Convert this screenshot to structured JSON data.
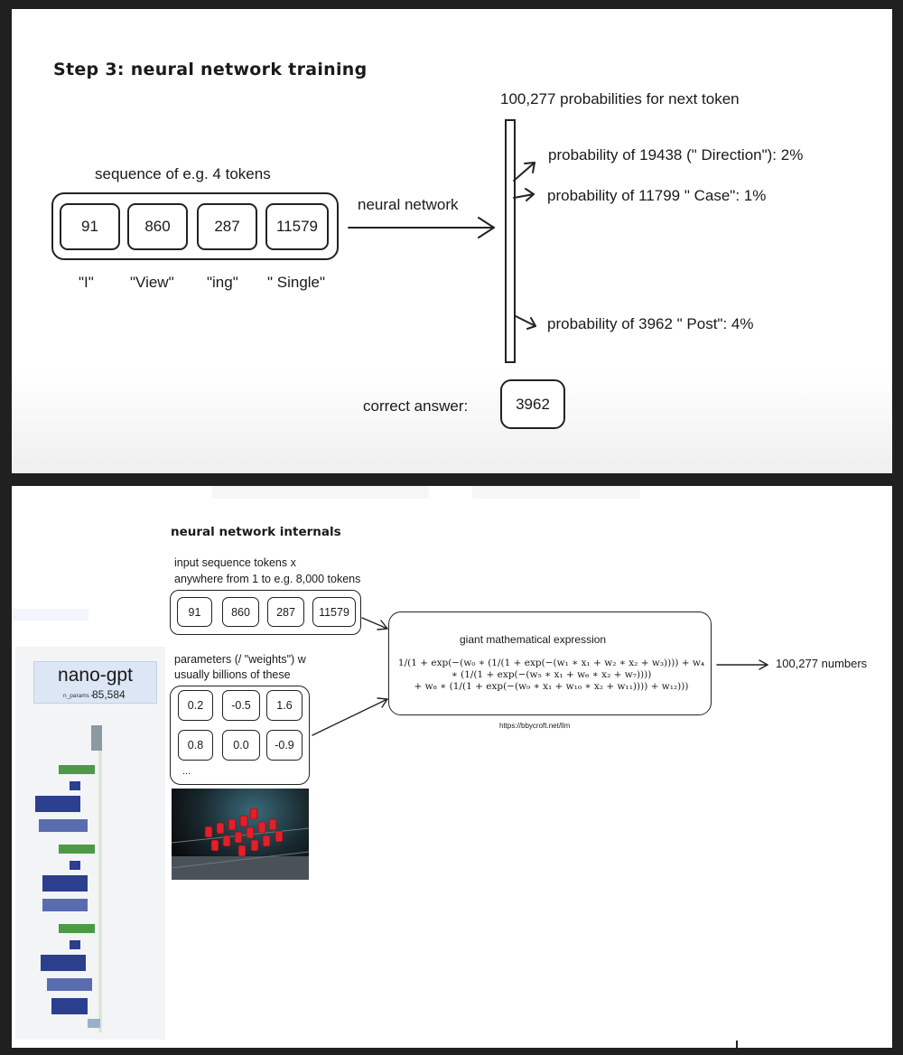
{
  "top": {
    "title": "Step 3: neural network training",
    "tokens_caption": "sequence of e.g. 4 tokens",
    "tokens": [
      "91",
      "860",
      "287",
      "11579"
    ],
    "token_texts": [
      "\"I\"",
      "\"View\"",
      "\"ing\"",
      "\" Single\""
    ],
    "arrow_label": "neural network",
    "output_caption": "100,277 probabilities for next token",
    "probabilities": [
      "probability of 19438 (\" Direction\"): 2%",
      "probability of 11799 \" Case\": 1%",
      "probability of 3962 \" Post\": 4%"
    ],
    "correct_label": "correct answer:",
    "correct_value": "3962"
  },
  "bottom": {
    "title": "neural network internals",
    "input_caption_1": "input sequence tokens x",
    "input_caption_2": "anywhere from 1 to e.g. 8,000 tokens",
    "tokens": [
      "91",
      "860",
      "287",
      "11579"
    ],
    "params_caption_1": "parameters (/ \"weights\") w",
    "params_caption_2": "usually billions of these",
    "params": [
      "0.2",
      "-0.5",
      "1.6",
      "0.8",
      "0.0",
      "-0.9"
    ],
    "params_ellipsis": "...",
    "expression_title": "giant mathematical expression",
    "formula_lines": [
      "1/(1 + exp(−(w₀ ∗ (1/(1 + exp(−(w₁ ∗ x₁ + w₂ ∗ x₂ + w₃)))) + w₄",
      "∗ (1/(1 + exp(−(w₅ ∗ x₁ + w₆ ∗ x₂ + w₇))))",
      "+ w₈ ∗ (1/(1 + exp(−(w₉ ∗ x₁ + w₁₀ ∗ x₂ + w₁₁)))) + w₁₂)))"
    ],
    "url": "https://bbycroft.net/llm",
    "output_label": "100,277 numbers",
    "nano_title": "nano-gpt",
    "nano_params_label": "n_params =",
    "nano_params_value": "85,584"
  },
  "colors": {
    "ink": "#1a1a1a",
    "nano_panel": "#dce6f4",
    "nano_stripe_blue": "#2c3f8f",
    "nano_stripe_green": "#4c9a45",
    "knob_red": "#e0202a"
  }
}
